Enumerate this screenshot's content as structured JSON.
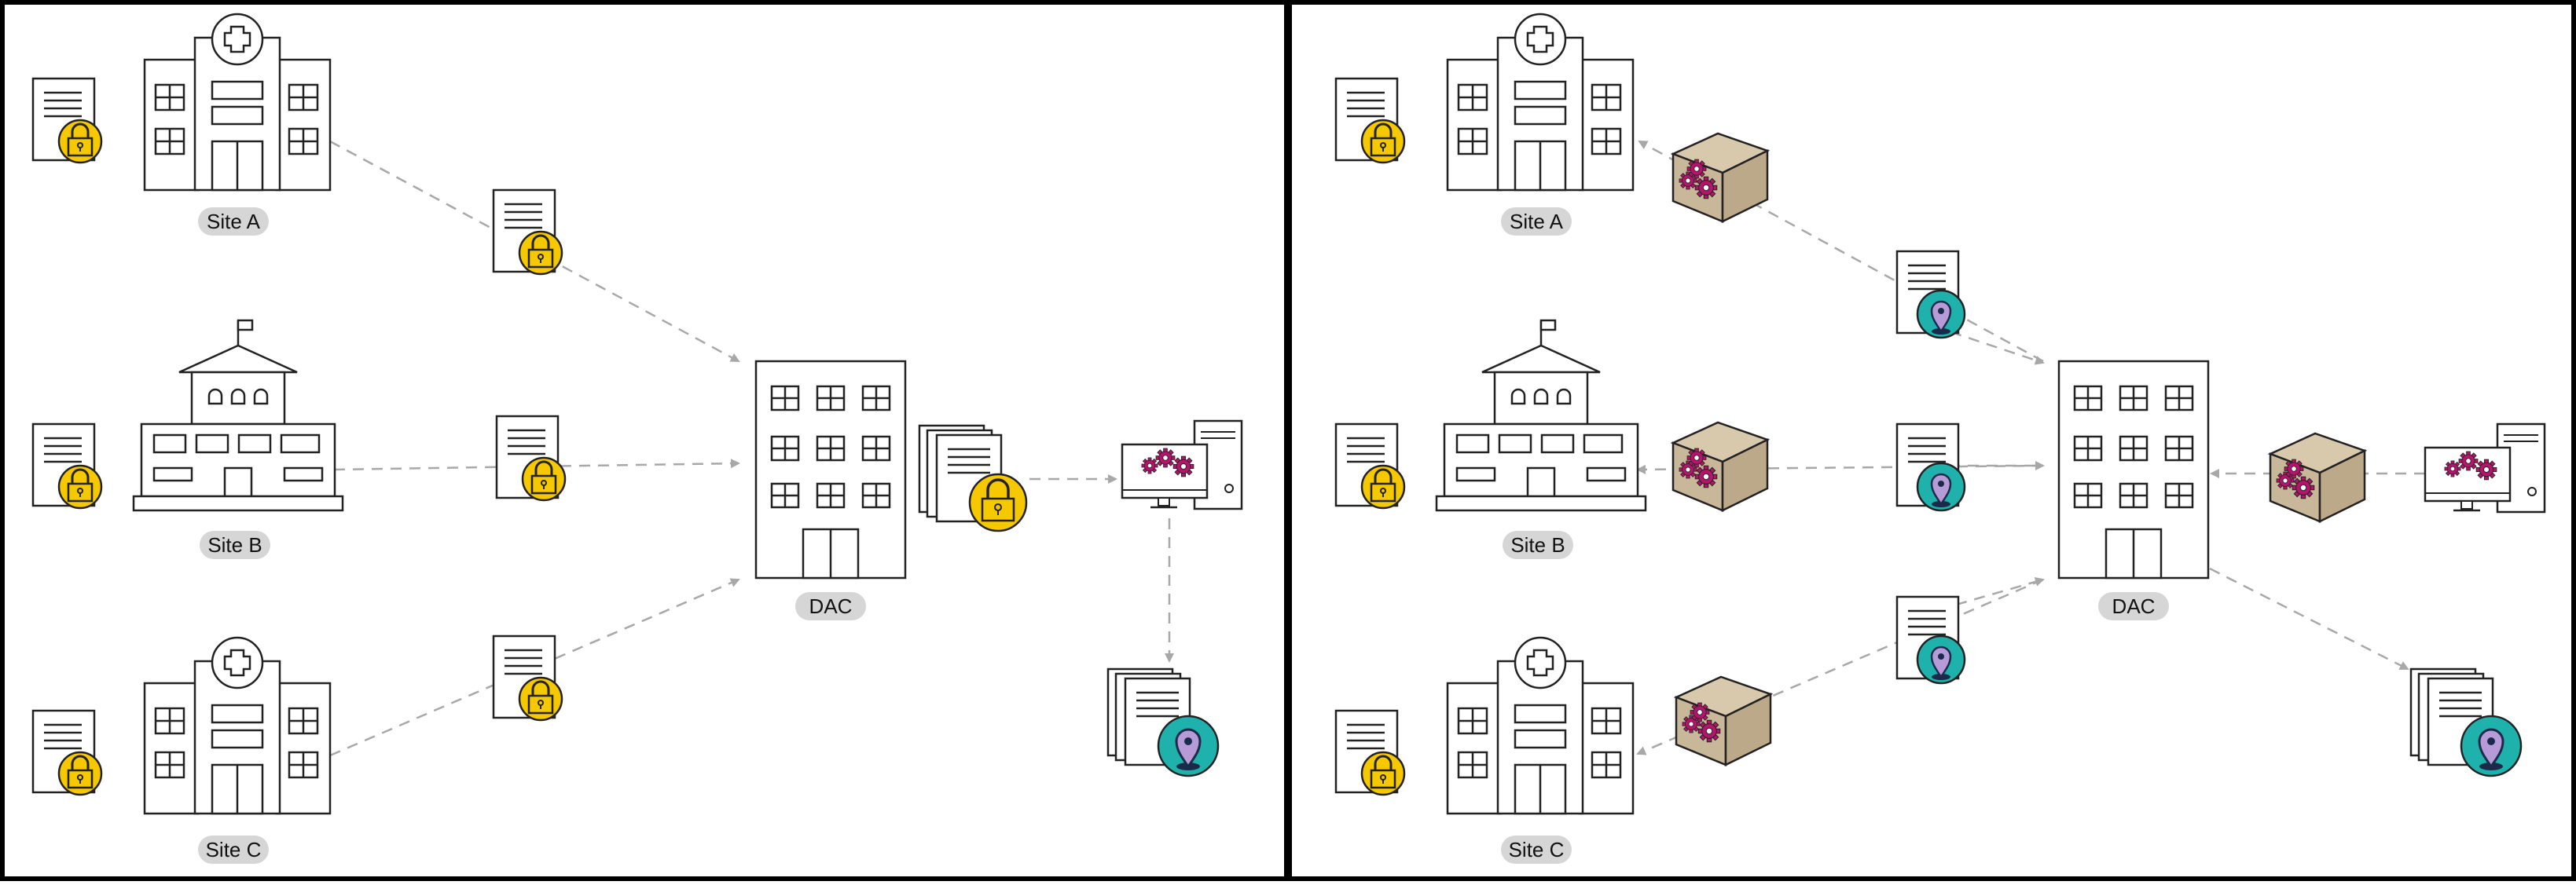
{
  "colors": {
    "outline": "#222222",
    "lock_yellow": "#F5C800",
    "pin_teal": "#1FB2AD",
    "pin_purple": "#B79AD8",
    "gear_magenta": "#B5146B",
    "box_tan": "#C9B79A",
    "label_bg": "#D6D6D6",
    "arrow_gray": "#A8A8A8",
    "frame": "#000000"
  },
  "icons": [
    "document-lock-icon",
    "hospital-icon",
    "school-icon",
    "office-building-icon",
    "computer-gears-icon",
    "documents-pin-icon",
    "gear-box-icon",
    "document-pin-icon"
  ],
  "left_panel": {
    "site_a_label": "Site A",
    "site_b_label": "Site B",
    "site_c_label": "Site C",
    "dac_label": "DAC"
  },
  "right_panel": {
    "site_a_label": "Site A",
    "site_b_label": "Site B",
    "site_c_label": "Site C",
    "dac_label": "DAC"
  }
}
